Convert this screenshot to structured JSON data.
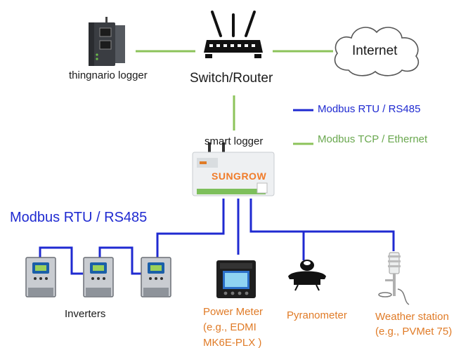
{
  "nodes": {
    "thingnario_logger": "thingnario logger",
    "switch_router": "Switch/Router",
    "internet": "Internet",
    "smart_logger": "smart logger",
    "sungrow_brand": "SUNGROW",
    "inverters": "Inverters",
    "power_meter": [
      "Power Meter",
      "(e.g., EDMI",
      "MK6E-PLX )"
    ],
    "pyranometer": "Pyranometer",
    "weather_station": [
      "Weather station",
      "(e.g., PVMet 75)"
    ]
  },
  "legend": {
    "rtu": "Modbus RTU / RS485",
    "tcp": "Modbus TCP / Ethernet"
  },
  "bus_label": "Modbus RTU / RS485",
  "colors": {
    "rtu": "#1f2ad1",
    "tcp": "#8cc35a",
    "device_label": "#e07b27"
  }
}
